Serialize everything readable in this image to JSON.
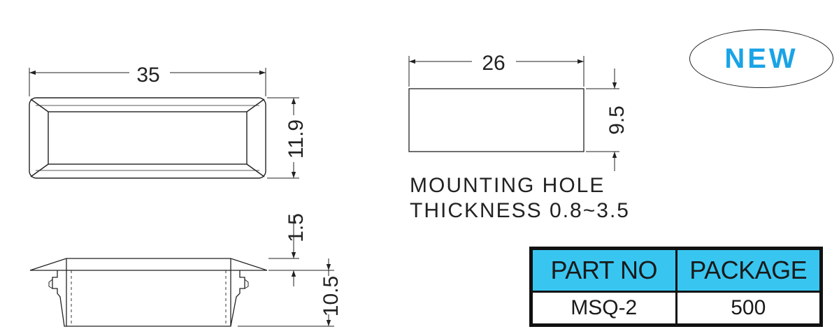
{
  "dimensions": {
    "top_view_width": "35",
    "top_view_height": "11.9",
    "hole_width": "26",
    "hole_height": "9.5",
    "side_flange": "1.5",
    "side_height": "10.5"
  },
  "notes": {
    "line1": "MOUNTING HOLE",
    "line2": "THICKNESS 0.8~3.5"
  },
  "badge": {
    "text": "NEW",
    "color": "#1aa3e6"
  },
  "table": {
    "headers": [
      "PART NO",
      "PACKAGE"
    ],
    "rows": [
      [
        "MSQ-2",
        "500"
      ]
    ],
    "header_color": "#38c6f1"
  }
}
